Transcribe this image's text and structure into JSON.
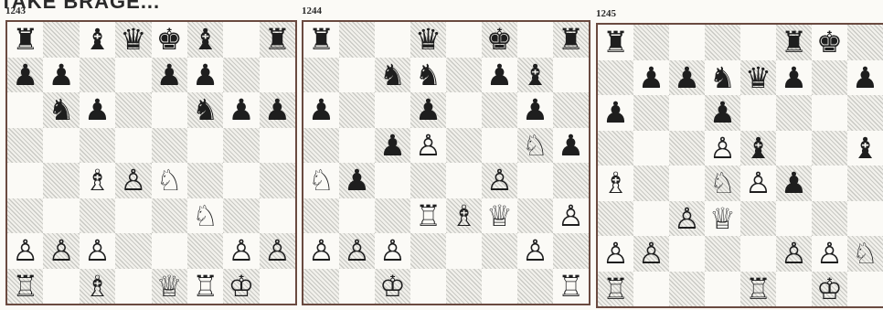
{
  "header": {
    "title": "TAKE BRAGE..."
  },
  "boards": [
    {
      "number": "1243",
      "rows": [
        [
          "bR",
          "",
          "bB",
          "bQ",
          "bK",
          "bB",
          "",
          "bR"
        ],
        [
          "bP",
          "bP",
          "",
          "",
          "bP",
          "bP",
          "",
          ""
        ],
        [
          "",
          "bN",
          "bP",
          "",
          "",
          "bN",
          "bP",
          "bP"
        ],
        [
          "",
          "",
          "",
          "",
          "",
          "",
          "",
          ""
        ],
        [
          "",
          "",
          "wB",
          "wP",
          "wN",
          "",
          "",
          ""
        ],
        [
          "",
          "",
          "",
          "",
          "",
          "wN",
          "",
          ""
        ],
        [
          "wP",
          "wP",
          "wP",
          "",
          "",
          "",
          "wP",
          "wP"
        ],
        [
          "wR",
          "",
          "wB",
          "",
          "wQ",
          "wR",
          "wK",
          ""
        ]
      ]
    },
    {
      "number": "1244",
      "rows": [
        [
          "bR",
          "",
          "",
          "bQ",
          "",
          "bK",
          "",
          "bR"
        ],
        [
          "",
          "",
          "bN",
          "bN",
          "",
          "bP",
          "bB",
          ""
        ],
        [
          "bP",
          "",
          "",
          "bP",
          "",
          "",
          "bP",
          ""
        ],
        [
          "",
          "",
          "bP",
          "wP",
          "",
          "",
          "wN",
          "bP"
        ],
        [
          "wN",
          "bP",
          "",
          "",
          "",
          "wP",
          "",
          ""
        ],
        [
          "",
          "",
          "",
          "wR",
          "wB",
          "wQ",
          "",
          "wP"
        ],
        [
          "wP",
          "wP",
          "wP",
          "",
          "",
          "",
          "wP",
          ""
        ],
        [
          "",
          "",
          "wK",
          "",
          "",
          "",
          "",
          "wR"
        ]
      ]
    },
    {
      "number": "1245",
      "rows": [
        [
          "bR",
          "",
          "",
          "",
          "",
          "bR",
          "bK",
          ""
        ],
        [
          "",
          "bP",
          "bP",
          "bN",
          "bQ",
          "bP",
          "",
          "bP"
        ],
        [
          "bP",
          "",
          "",
          "bP",
          "",
          "",
          "",
          ""
        ],
        [
          "",
          "",
          "",
          "wP",
          "bB",
          "",
          "",
          "bB"
        ],
        [
          "wB",
          "",
          "",
          "wN",
          "wP",
          "bP",
          "",
          ""
        ],
        [
          "",
          "",
          "wP",
          "wQ",
          "",
          "",
          "",
          ""
        ],
        [
          "wP",
          "wP",
          "",
          "",
          "",
          "wP",
          "wP",
          "wN"
        ],
        [
          "wR",
          "",
          "",
          "",
          "wR",
          "",
          "wK",
          ""
        ]
      ]
    }
  ],
  "piece_glyphs": {
    "bK": "♚",
    "bQ": "♛",
    "bR": "♜",
    "bB": "♝",
    "bN": "♞",
    "bP": "♟",
    "wK": "♔",
    "wQ": "♕",
    "wR": "♖",
    "wB": "♗",
    "wN": "♘",
    "wP": "♙"
  },
  "piece_names": {
    "K": "king",
    "Q": "queen",
    "R": "rook",
    "B": "bishop",
    "N": "knight",
    "P": "pawn"
  },
  "colors": {
    "border": "#6a4a40",
    "piece": "#1e1e1e",
    "paper": "#fbfaf6"
  }
}
